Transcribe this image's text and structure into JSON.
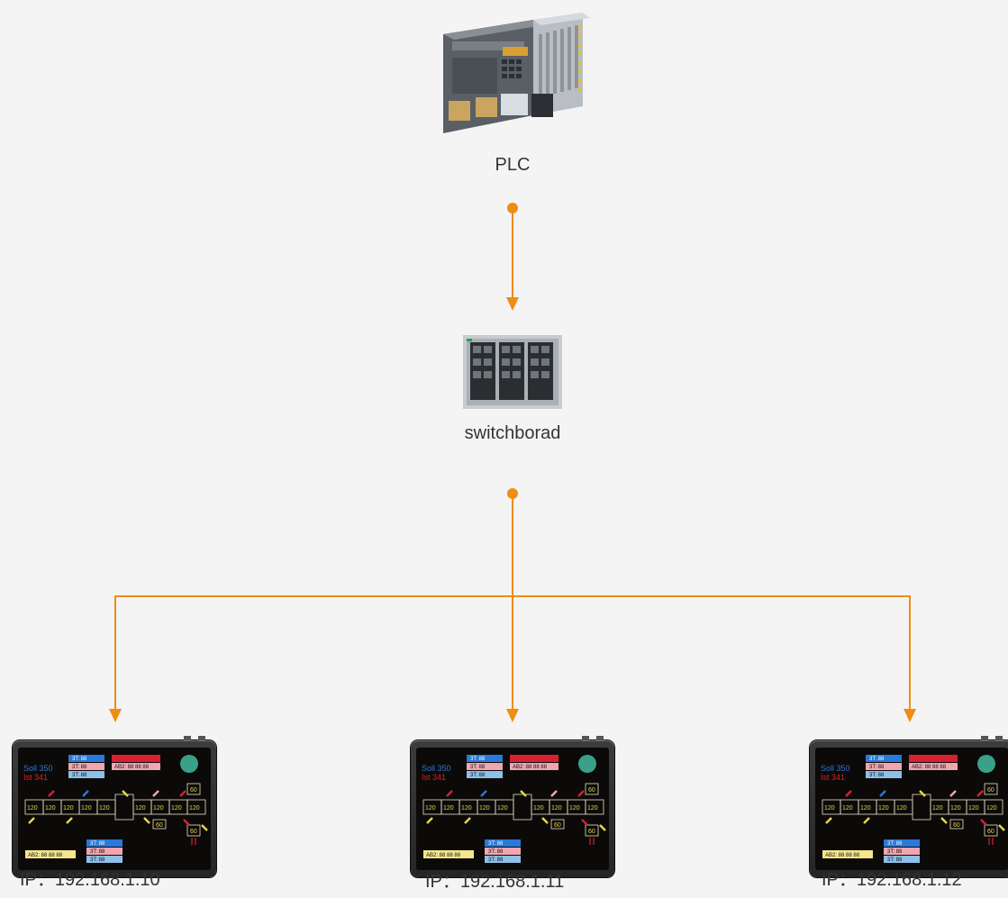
{
  "nodes": {
    "plc": {
      "label": "PLC"
    },
    "switch": {
      "label": "switchborad"
    },
    "panels": [
      {
        "ip": "IP：192.168.1.10"
      },
      {
        "ip": "IP：192.168.1.11"
      },
      {
        "ip": "IP：192.168.1.12"
      }
    ]
  },
  "screen": {
    "soll": "Soll 350",
    "ist": "Ist  341",
    "tags": [
      "3T: 88",
      "3T: 88",
      "3T: 88"
    ],
    "ab2": "AB2: 88 88 88",
    "rollers": [
      "120",
      "120",
      "120",
      "120",
      "120",
      "120",
      "120",
      "120",
      "120"
    ],
    "small": [
      "60",
      "60",
      "60"
    ]
  },
  "colors": {
    "wire": "#f08c14",
    "soll_text": "#2a78d8",
    "ist_text": "#e02020",
    "roller_text": "#e8d44a"
  }
}
